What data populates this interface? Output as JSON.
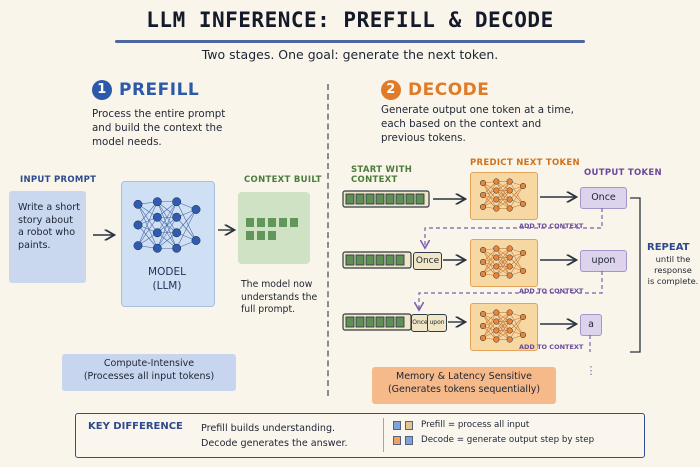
{
  "title": "LLM INFERENCE: PREFILL & DECODE",
  "subtitle": "Two stages.  One goal: generate the next token.",
  "prefill": {
    "number": "1",
    "heading": "PREFILL",
    "description": [
      "Process the entire prompt",
      "and build the context the",
      "model needs."
    ],
    "input_label": "INPUT PROMPT",
    "prompt_lines": [
      "Write a short",
      "story about",
      "a robot who",
      "paints."
    ],
    "model_label": [
      "MODEL",
      "(LLM)"
    ],
    "context_label": "CONTEXT BUILT",
    "context_note": [
      "The model now",
      "understands the",
      "full prompt."
    ],
    "badge_lines": [
      "Compute-Intensive",
      "(Processes all input tokens)"
    ]
  },
  "decode": {
    "number": "2",
    "heading": "DECODE",
    "description": [
      "Generate output one token at a time,",
      "each based on the context and",
      "previous tokens."
    ],
    "start_label": [
      "START WITH",
      "CONTEXT"
    ],
    "predict_label": "PREDICT NEXT TOKEN",
    "output_label": "OUTPUT TOKEN",
    "add_to_context": "ADD TO CONTEXT",
    "rows": [
      {
        "input_tokens": [],
        "output": "Once"
      },
      {
        "input_tokens": [
          "Once"
        ],
        "output": "upon"
      },
      {
        "input_tokens": [
          "Once",
          "upon"
        ],
        "output": "a"
      }
    ],
    "repeat_heading": "REPEAT",
    "repeat_text": [
      "until the",
      "response",
      "is complete."
    ],
    "badge_lines": [
      "Memory & Latency Sensitive",
      "(Generates tokens sequentially)"
    ]
  },
  "key_difference": {
    "title": "KEY DIFFERENCE",
    "lines": [
      "Prefill builds understanding.",
      "Decode generates the answer."
    ],
    "legend": [
      {
        "text": "Prefill = process all input",
        "color": "#7fa3d8"
      },
      {
        "text": "Decode = generate output step by step",
        "color": "#f0a45c"
      }
    ]
  },
  "colors": {
    "prefill_accent": "#2d5aa8",
    "decode_accent": "#e07b28",
    "context_green": "#4f8a49",
    "output_purple": "#6a4a9a"
  }
}
